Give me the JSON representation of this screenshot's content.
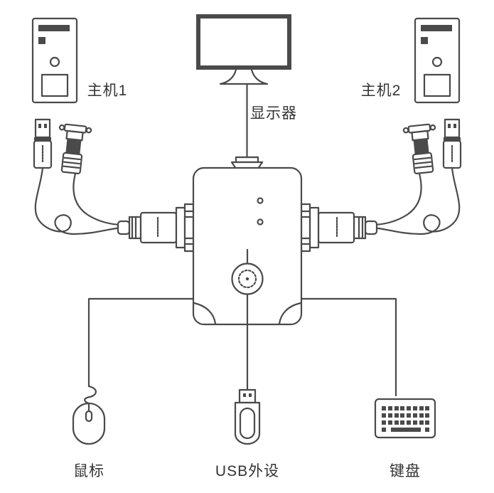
{
  "diagram": {
    "type": "connection-diagram",
    "description": "KVM switch wiring diagram: two hosts share one monitor, mouse, keyboard and USB peripheral through a 2-port KVM switch",
    "colors": {
      "line": "#4a4a4a",
      "label_text": "#333333",
      "background": "#ffffff"
    },
    "nodes": {
      "host1": {
        "label": "主机1",
        "icon": "computer-tower-icon"
      },
      "monitor": {
        "label": "显示器",
        "icon": "monitor-icon"
      },
      "host2": {
        "label": "主机2",
        "icon": "computer-tower-icon"
      },
      "kvm_switch": {
        "icon": "kvm-switch-icon",
        "led_count": 2,
        "button": "selector-knob"
      },
      "mouse": {
        "label": "鼠标",
        "icon": "mouse-icon"
      },
      "usb_peripheral": {
        "label": "USB外设",
        "icon": "usb-drive-icon"
      },
      "keyboard": {
        "label": "键盘",
        "icon": "keyboard-icon"
      }
    },
    "connections": [
      {
        "from": "host1",
        "to": "kvm_switch",
        "via": "usb-and-vga-cable"
      },
      {
        "from": "host2",
        "to": "kvm_switch",
        "via": "usb-and-vga-cable"
      },
      {
        "from": "monitor",
        "to": "kvm_switch",
        "via": "vga-port-top"
      },
      {
        "from": "mouse",
        "to": "kvm_switch"
      },
      {
        "from": "usb_peripheral",
        "to": "kvm_switch"
      },
      {
        "from": "keyboard",
        "to": "kvm_switch"
      }
    ]
  }
}
